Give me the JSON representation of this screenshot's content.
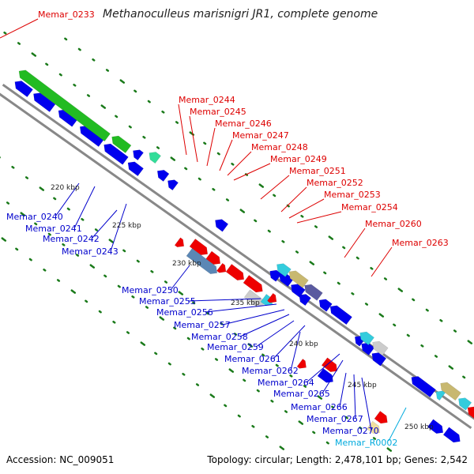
{
  "title": "Methanoculleus marisnigri JR1, complete genome",
  "footer": {
    "accession": "Accession: NC_009051",
    "topology": "Topology: circular; Length: 2,478,101 bp; Genes: 2,542"
  },
  "colors": {
    "backbone": "#888888",
    "tick": "#1a7a1a",
    "forward_label": "#dd0000",
    "reverse_label": "#0000cc",
    "rna_label": "#00aadd",
    "gene_blue": "#0000ee",
    "gene_green": "#22bb22",
    "gene_red": "#ee0000",
    "gene_steel": "#5b87b5",
    "gene_gray": "#cccccc",
    "gene_cyan": "#33ccdd",
    "gene_tan": "#c8b870",
    "gene_khaki": "#f0e0a0",
    "gene_navy": "#5a5aa0",
    "gene_mint": "#33dd99"
  },
  "scale_labels": [
    "220 kbp",
    "225 kbp",
    "230 kbp",
    "235 kbp",
    "240 kbp",
    "245 kbp",
    "250 kbp"
  ],
  "forward_genes": [
    "Memar_0233",
    "Memar_0244",
    "Memar_0245",
    "Memar_0246",
    "Memar_0247",
    "Memar_0248",
    "Memar_0249",
    "Memar_0251",
    "Memar_0252",
    "Memar_0253",
    "Memar_0254",
    "Memar_0260",
    "Memar_0263"
  ],
  "reverse_genes": [
    "Memar_0240",
    "Memar_0241",
    "Memar_0242",
    "Memar_0243",
    "Memar_0250",
    "Memar_0255",
    "Memar_0256",
    "Memar_0257",
    "Memar_0258",
    "Memar_0259",
    "Memar_0261",
    "Memar_0262",
    "Memar_0264",
    "Memar_0265",
    "Memar_0266",
    "Memar_0267",
    "Memar_0270"
  ],
  "rna_genes": [
    "Memar_R0002"
  ]
}
